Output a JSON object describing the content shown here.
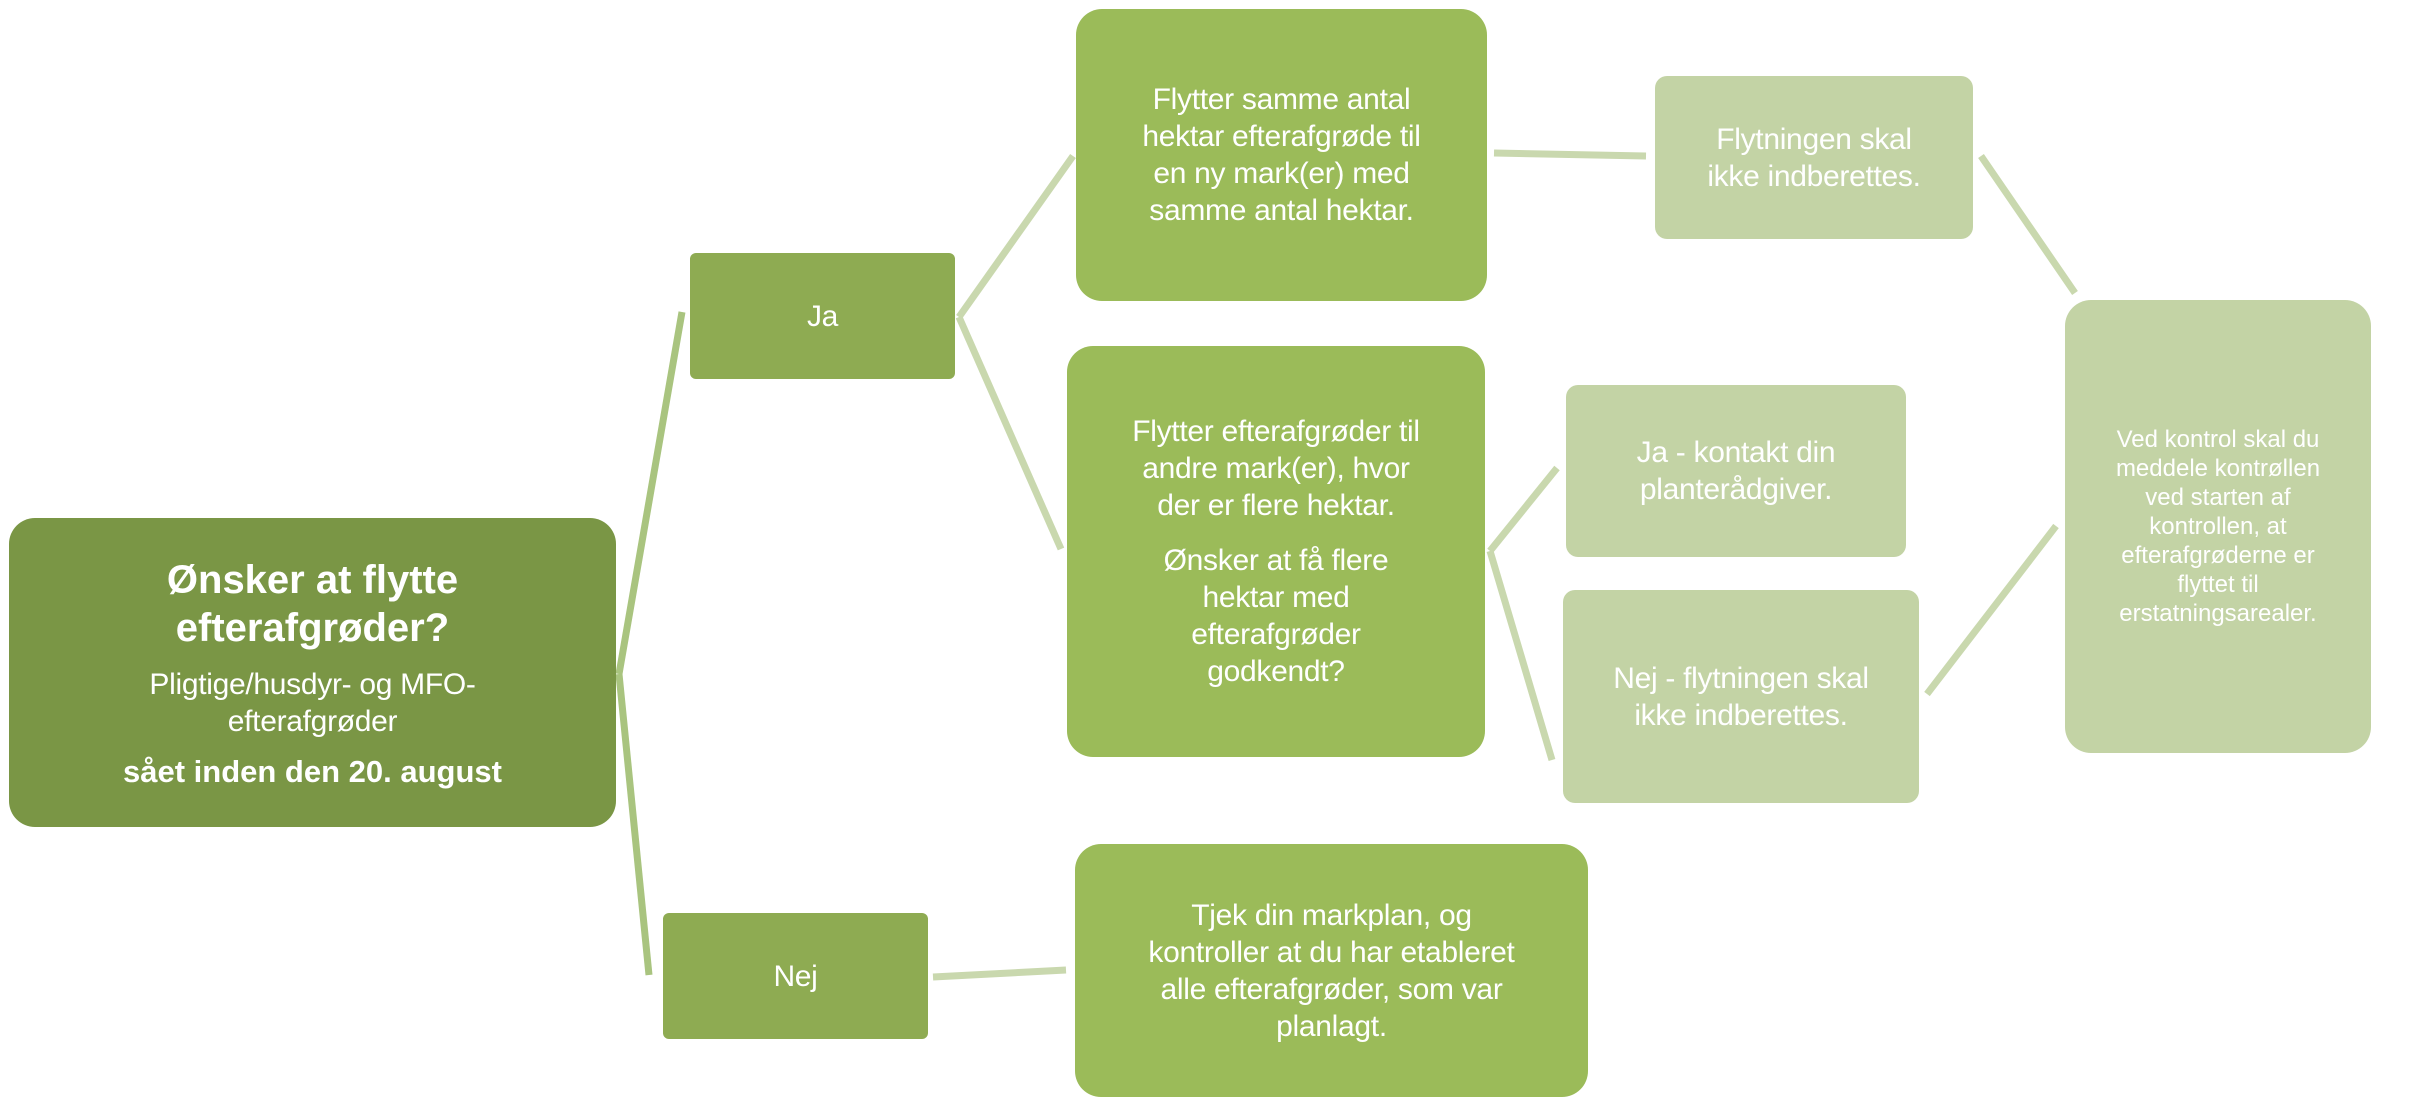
{
  "root": {
    "title_lines": [
      "Ønsker at flytte",
      "efterafgrøder?"
    ],
    "subtitle_lines": [
      "Pligtige/husdyr- og MFO-",
      "efterafgrøder"
    ],
    "footer": "sået inden den 20. august"
  },
  "yes": {
    "label": "Ja"
  },
  "no": {
    "label": "Nej"
  },
  "same_area": {
    "lines": [
      "Flytter samme antal",
      "hektar efterafgrøde til",
      "en ny mark(er) med",
      "samme antal hektar."
    ]
  },
  "more_area": {
    "lines": [
      "Flytter efterafgrøder til",
      "andre mark(er), hvor",
      "der er flere hektar."
    ],
    "question_lines": [
      "Ønsker at få flere",
      "hektar med",
      "efterafgrøder",
      "godkendt?"
    ]
  },
  "no_result": {
    "lines": [
      "Tjek din markplan, og",
      "kontroller at du har etableret",
      "alle efterafgrøder, som var",
      "planlagt."
    ]
  },
  "not_reported": {
    "lines": [
      "Flytningen skal",
      "ikke indberettes."
    ]
  },
  "contact": {
    "lines": [
      "Ja - kontakt din",
      "planterådgiver."
    ]
  },
  "no_report": {
    "lines": [
      "Nej - flytningen skal",
      "ikke indberettes."
    ]
  },
  "control": {
    "lines": [
      "Ved kontrol skal du",
      "meddele kontrøllen",
      "ved starten af",
      "kontrollen, at",
      "efterafgrøderne er",
      "flyttet til",
      "erstatningsarealer."
    ]
  },
  "colors": {
    "dark": "#7a9645",
    "mid": "#8eab52",
    "green": "#9bbb59",
    "light": "#c3d3a5",
    "line1": "#a9c47f",
    "line2": "#c9d8ae"
  }
}
